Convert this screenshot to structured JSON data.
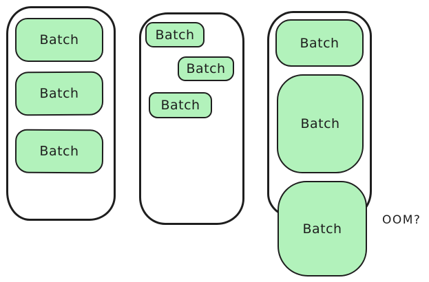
{
  "colors": {
    "background": "#ffffff",
    "batch_fill": "#b2f2bb",
    "stroke": "#1e1e1e"
  },
  "containers": [
    {
      "id": "container-1",
      "batches": [
        {
          "label": "Batch"
        },
        {
          "label": "Batch"
        },
        {
          "label": "Batch"
        }
      ]
    },
    {
      "id": "container-2",
      "batches": [
        {
          "label": "Batch"
        },
        {
          "label": "Batch"
        },
        {
          "label": "Batch"
        }
      ]
    },
    {
      "id": "container-3",
      "batches": [
        {
          "label": "Batch"
        },
        {
          "label": "Batch"
        },
        {
          "label": "Batch"
        }
      ]
    }
  ],
  "annotation": {
    "label": "OOM?"
  }
}
